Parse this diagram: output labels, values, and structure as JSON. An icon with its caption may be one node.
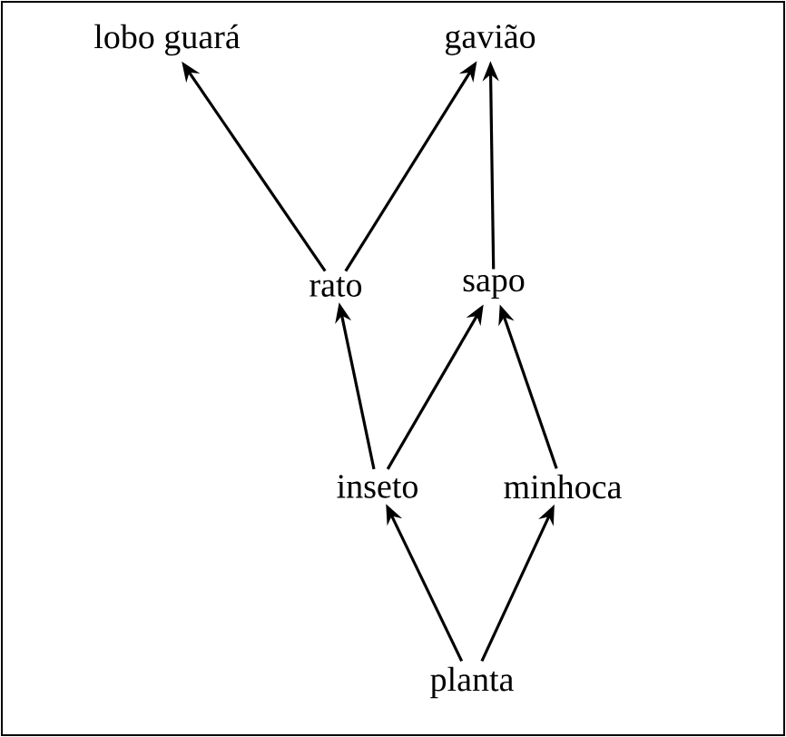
{
  "diagram": {
    "nodes": [
      {
        "text": [
          "lobo guará"
        ]
      },
      {
        "text": [
          "gavião"
        ]
      },
      {
        "text": [
          "rato"
        ]
      },
      {
        "text": [
          "sapo"
        ]
      },
      {
        "text": [
          "inseto"
        ]
      },
      {
        "text": [
          "minhoca"
        ]
      },
      {
        "text": [
          "planta"
        ]
      }
    ],
    "edges": [
      {
        "from": 2,
        "to": 0,
        "arrow": "to"
      },
      {
        "from": 2,
        "to": 1,
        "arrow": "to"
      },
      {
        "from": 3,
        "to": 1,
        "arrow": "to"
      },
      {
        "from": 4,
        "to": 2,
        "arrow": "to"
      },
      {
        "from": 4,
        "to": 3,
        "arrow": "to"
      },
      {
        "from": 5,
        "to": 3,
        "arrow": "to"
      },
      {
        "from": 6,
        "to": 4,
        "arrow": "to"
      },
      {
        "from": 6,
        "to": 5,
        "arrow": "to"
      }
    ]
  }
}
